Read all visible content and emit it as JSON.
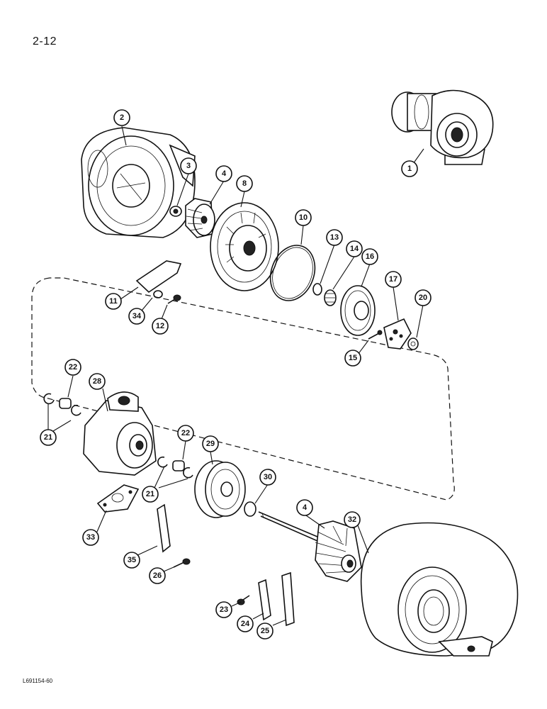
{
  "page_number": "2-12",
  "drawing_code": "L691154-60",
  "callouts": [
    "1",
    "2",
    "3",
    "4",
    "8",
    "10",
    "13",
    "14",
    "16",
    "17",
    "20",
    "11",
    "34",
    "12",
    "15",
    "22",
    "28",
    "21",
    "22",
    "29",
    "30",
    "4",
    "32",
    "33",
    "21",
    "35",
    "26",
    "23",
    "24",
    "25"
  ],
  "colors": {
    "ink": "#111111",
    "paper": "#ffffff"
  }
}
